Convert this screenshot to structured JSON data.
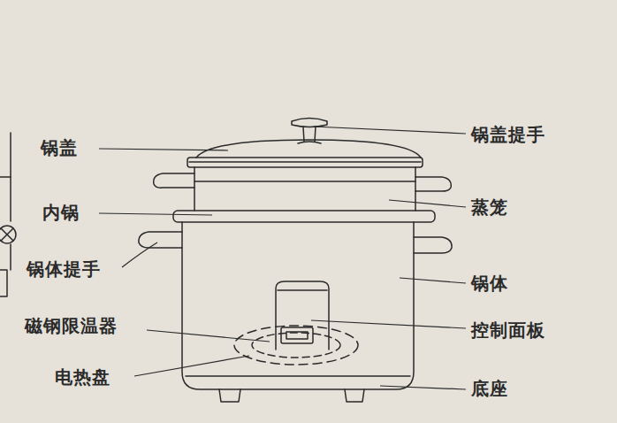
{
  "diagram": {
    "labels": [
      "锅盖",
      "锅盖提手",
      "内锅",
      "蒸笼",
      "锅体提手",
      "锅体",
      "磁钢限温器",
      "控制面板",
      "电热盘",
      "底座"
    ]
  }
}
